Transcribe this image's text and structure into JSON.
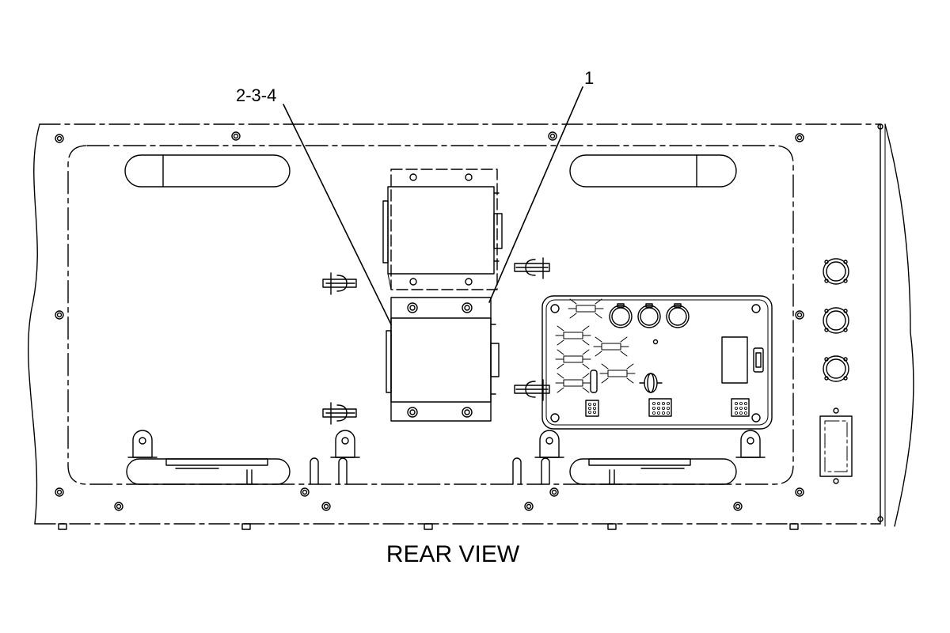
{
  "callouts": {
    "part_1": "1",
    "part_2_3_4": "2-3-4"
  },
  "caption": "REAR VIEW",
  "colors": {
    "line": "#000000",
    "background": "#ffffff"
  }
}
